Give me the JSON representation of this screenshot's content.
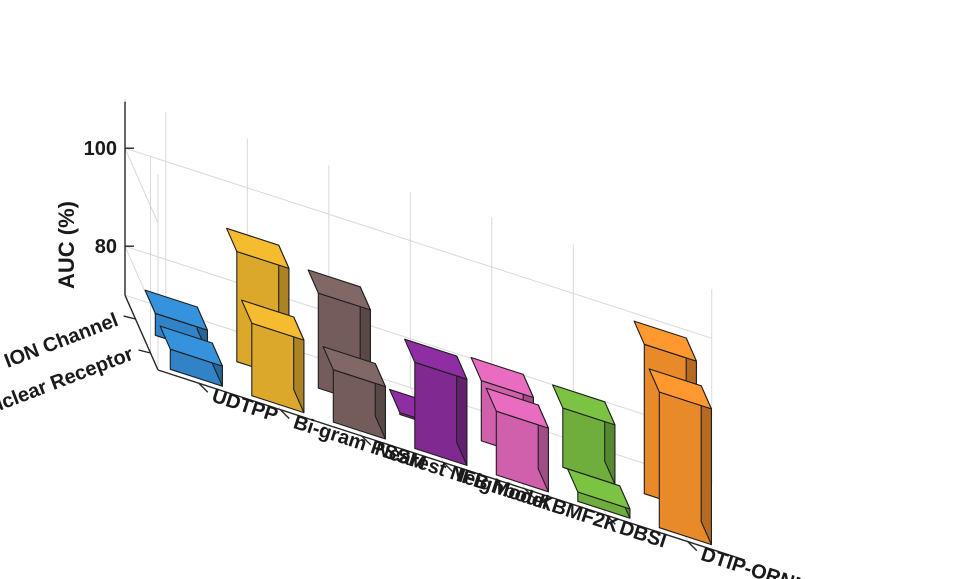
{
  "chart_data": {
    "type": "bar",
    "projection": "3d-grouped",
    "ylabel": "AUC (%)",
    "y_ticks": [
      80,
      100
    ],
    "ylim": [
      70,
      110
    ],
    "grid": true,
    "methods": [
      "UDTPP",
      "Bi-gram PSSM",
      "Nearest Neighbour",
      "IFB Model",
      "KBMF2K",
      "DBSI",
      "DTIP-ORNN"
    ],
    "datasets": [
      "Nuclear Receptor",
      "ION Channel"
    ],
    "colors": [
      "#2f83c6",
      "#dba82b",
      "#735c5a",
      "#7f2991",
      "#d060ac",
      "#6fae3d",
      "#e8892a"
    ],
    "series": [
      {
        "name": "Nuclear Receptor",
        "values": [
          74.1,
          84.8,
          80.7,
          87.6,
          83.0,
          71.9,
          97.7
        ]
      },
      {
        "name": "ION Channel",
        "values": [
          74.5,
          92.5,
          89.4,
          70.4,
          82.3,
          82.1,
          100.5
        ]
      }
    ]
  }
}
